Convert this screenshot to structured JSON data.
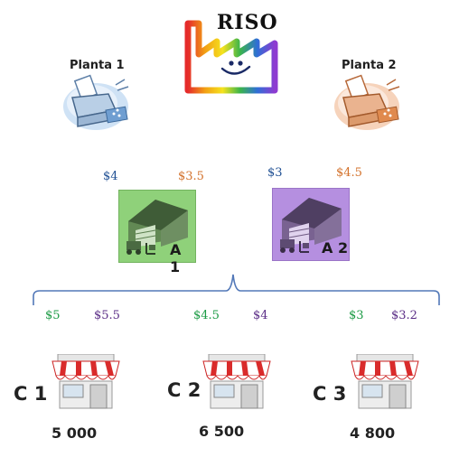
{
  "logo": {
    "text": "RISO"
  },
  "plants": [
    {
      "label": "Planta 1",
      "color": "#6fa3d9"
    },
    {
      "label": "Planta 2",
      "color": "#e0905a"
    }
  ],
  "warehouse_costs": {
    "planta1_to_A1": "$4",
    "planta2_to_A1": "$3.5",
    "planta1_to_A2": "$3",
    "planta2_to_A2": "$4.5"
  },
  "warehouses": [
    {
      "label": "A 1",
      "color": "#8fd17a"
    },
    {
      "label": "A 2",
      "color": "#b58fe0"
    }
  ],
  "store_costs": [
    {
      "from_A1": "$5",
      "from_A2": "$5.5"
    },
    {
      "from_A1": "$4.5",
      "from_A2": "$4"
    },
    {
      "from_A1": "$3",
      "from_A2": "$3.2"
    }
  ],
  "stores": [
    {
      "label": "C 1",
      "demand": "5 000"
    },
    {
      "label": "C 2",
      "demand": "6 500"
    },
    {
      "label": "C 3",
      "demand": "4 800"
    }
  ]
}
